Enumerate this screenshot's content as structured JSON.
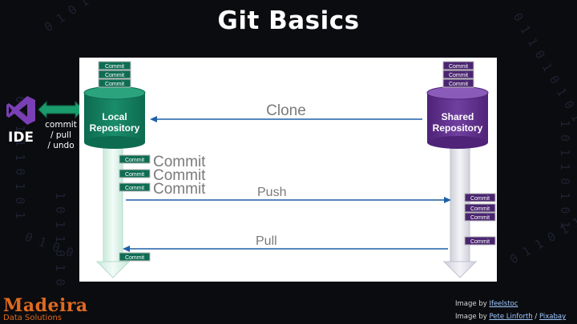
{
  "slide": {
    "title": "Git Basics"
  },
  "ide": {
    "label": "IDE",
    "actions": [
      "commit",
      "/ pull",
      "/ undo"
    ]
  },
  "local_repo": {
    "label_line1": "Local",
    "label_line2": "Repository",
    "color": "#117a5c",
    "top_commits": [
      "Commit",
      "Commit",
      "Commit"
    ],
    "new_commits": [
      "Commit",
      "Commit",
      "Commit"
    ],
    "pulled_commit": "Commit"
  },
  "shared_repo": {
    "label_line1": "Shared",
    "label_line2": "Repository",
    "color": "#5b2a86",
    "top_commits": [
      "Commit",
      "Commit",
      "Commit"
    ],
    "pushed_commits": [
      "Commit",
      "Commit",
      "Commit"
    ],
    "extra_commit": "Commit"
  },
  "operations": {
    "clone": "Clone",
    "commits_big": [
      "Commit",
      "Commit",
      "Commit"
    ],
    "push": "Push",
    "pull": "Pull"
  },
  "logo": {
    "name": "Madeira",
    "tagline": "Data Solutions"
  },
  "credits": {
    "line1_prefix": "Image by",
    "line1_link": "Ifeelstoc",
    "line2_prefix": "Image by",
    "line2_link": "Pete Linforth",
    "line2_sep": "/",
    "line2_link2": "Pixabay"
  },
  "colors": {
    "commit_box": "#0e6d52",
    "local_arrow": "#d8efe6",
    "shared_arrow": "#dcdce4",
    "ide_purple": "#7b3fb5",
    "ide_arrow": "#1a9b6c"
  }
}
